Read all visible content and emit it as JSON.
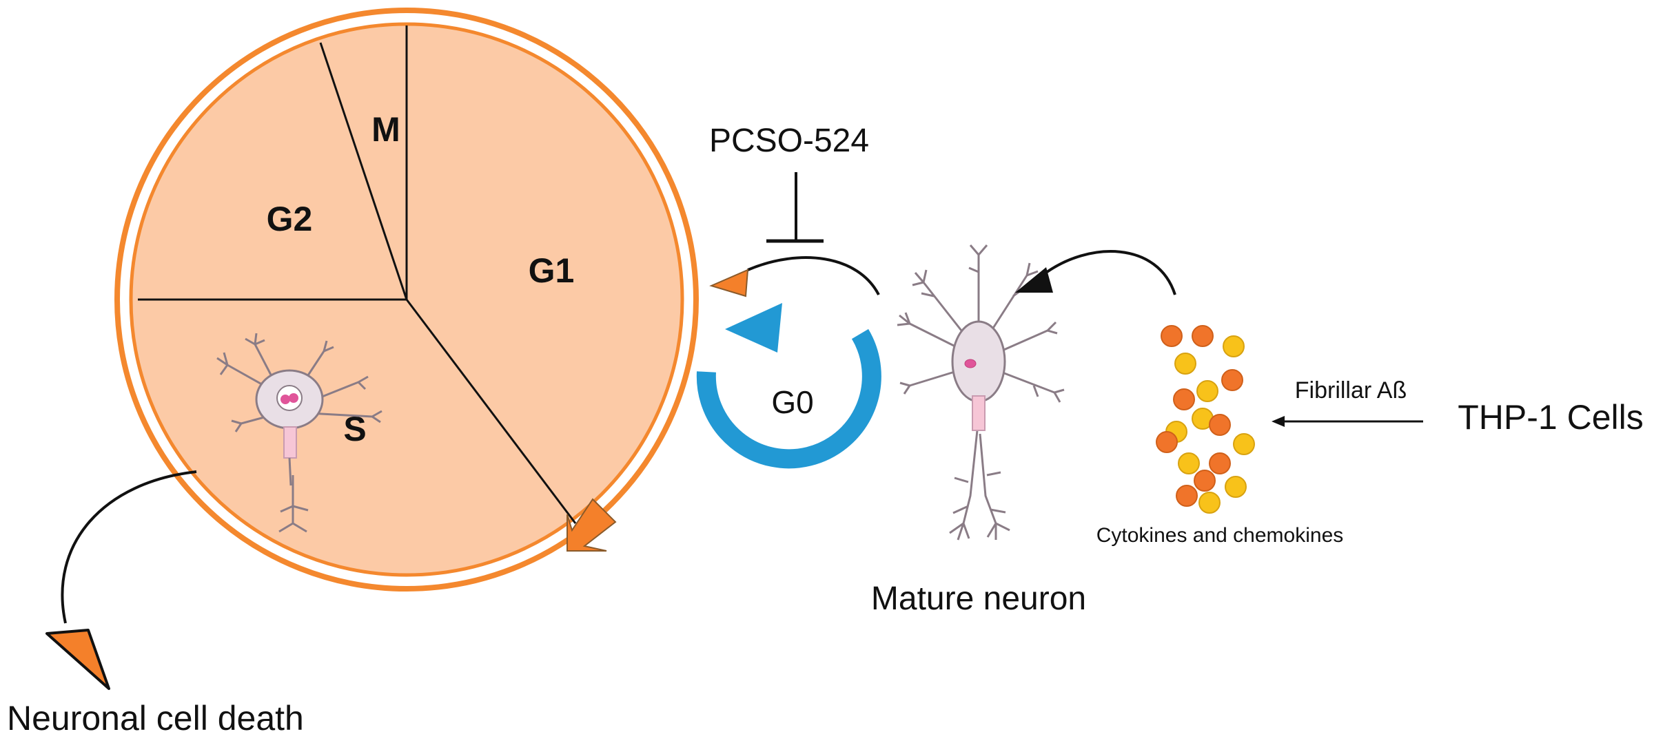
{
  "phases": {
    "m": "M",
    "g2": "G2",
    "g1": "G1",
    "s": "S"
  },
  "g0": "G0",
  "inhibitor": "PCSO-524",
  "mature_neuron": "Mature neuron",
  "cell_death": "Neuronal cell death",
  "cytokines": "Cytokines and chemokines",
  "stimulus": "Fibrillar Aß",
  "source_cells": "THP-1 Cells",
  "colors": {
    "phase_fill": "#fccaa6",
    "ring": "#f4882e",
    "arrow_orange": "#f4802a",
    "g0_blue": "#2299d4",
    "neuron_body": "#e9dfe6",
    "neuron_outline": "#8a7c86",
    "nucleus": "#e0559a",
    "dot_orange": "#f0742a",
    "dot_yellow": "#f8c21a"
  }
}
